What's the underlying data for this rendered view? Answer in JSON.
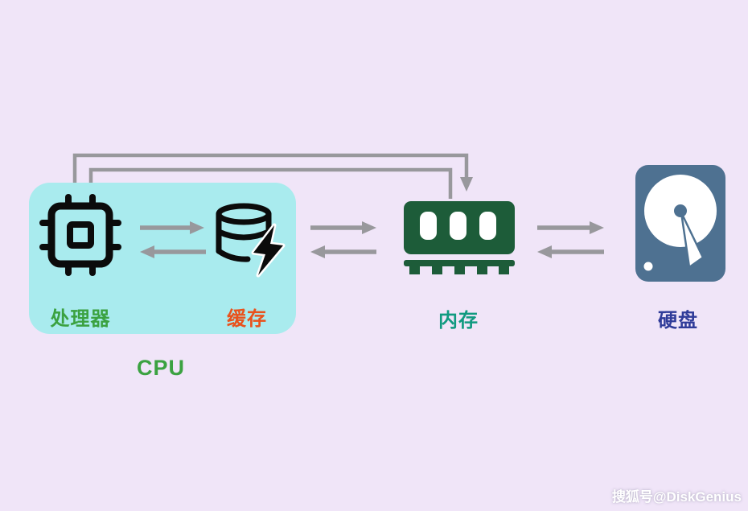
{
  "diagram": {
    "type": "memory-hierarchy",
    "watermark": "搜狐号@DiskGenius",
    "nodes": {
      "cpu_group": {
        "label": "CPU"
      },
      "processor": {
        "label": "处理器"
      },
      "cache": {
        "label": "缓存"
      },
      "memory": {
        "label": "内存"
      },
      "disk": {
        "label": "硬盘"
      }
    },
    "edges": [
      {
        "from": "处理器",
        "to": "缓存",
        "bidirectional": true
      },
      {
        "from": "缓存",
        "to": "内存",
        "bidirectional": true
      },
      {
        "from": "内存",
        "to": "硬盘",
        "bidirectional": true
      },
      {
        "from": "处理器",
        "to": "内存",
        "bidirectional": true,
        "style": "bypass-loop-over-top"
      }
    ],
    "colors": {
      "background": "#f0e5f8",
      "cpu_box": "#a9ebee",
      "processor_label": "#3ba241",
      "cache_label": "#e9521c",
      "cpu_label": "#3ba241",
      "memory_label": "#109a80",
      "disk_label": "#2f3b99",
      "ram_icon": "#1d5c39",
      "disk_icon": "#4e7191",
      "arrow": "#98989c",
      "icon_ink": "#0b0b0b",
      "watermark": "#ffffff"
    }
  }
}
